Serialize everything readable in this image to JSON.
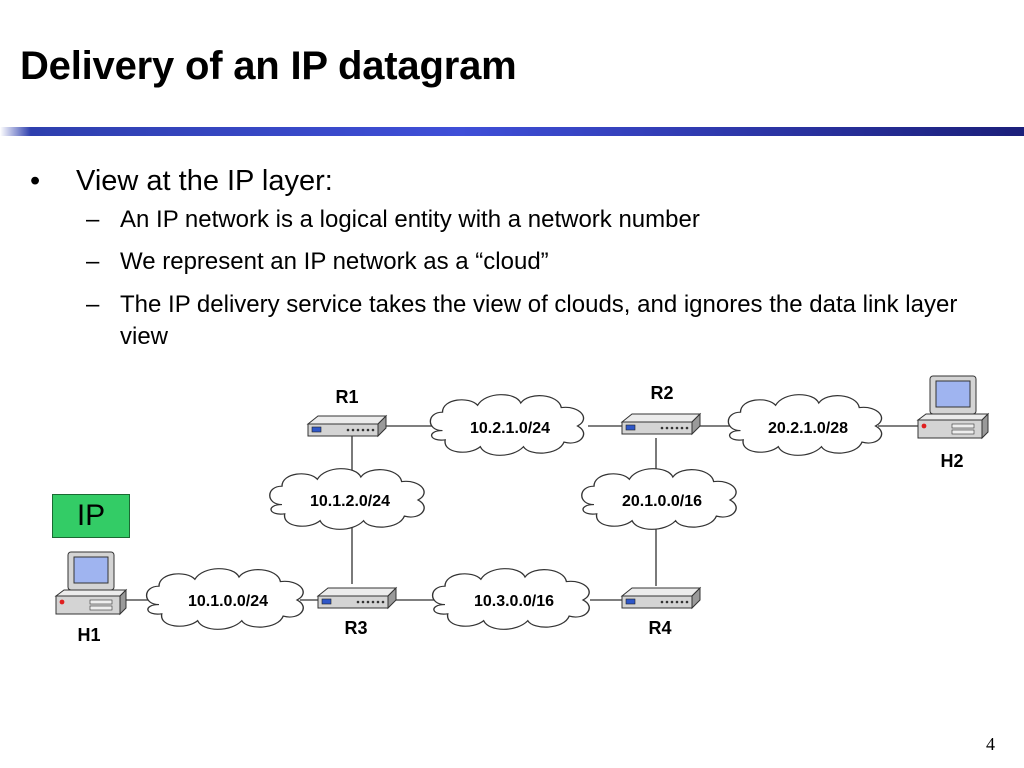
{
  "title": "Delivery of an IP datagram",
  "bullet": {
    "mark": "•",
    "text": "View at the IP layer:",
    "subs": [
      {
        "mark": "–",
        "text": "An IP network is a logical entity with a network number"
      },
      {
        "mark": "–",
        "text": "We represent an IP network as a “cloud”"
      },
      {
        "mark": "–",
        "text": "The IP delivery service takes the view of clouds, and ignores the data link layer view"
      }
    ]
  },
  "ip_box": "IP",
  "page_number": "4",
  "diagram": {
    "routers": [
      {
        "id": "R1",
        "label": "R1"
      },
      {
        "id": "R2",
        "label": "R2"
      },
      {
        "id": "R3",
        "label": "R3"
      },
      {
        "id": "R4",
        "label": "R4"
      }
    ],
    "hosts": [
      {
        "id": "H1",
        "label": "H1"
      },
      {
        "id": "H2",
        "label": "H2"
      }
    ],
    "networks": [
      {
        "id": "n1",
        "label": "10.2.1.0/24"
      },
      {
        "id": "n2",
        "label": "20.2.1.0/28"
      },
      {
        "id": "n3",
        "label": "10.1.2.0/24"
      },
      {
        "id": "n4",
        "label": "20.1.0.0/16"
      },
      {
        "id": "n5",
        "label": "10.1.0.0/24"
      },
      {
        "id": "n6",
        "label": "10.3.0.0/16"
      }
    ],
    "colors": {
      "screen": "#9fb4f0",
      "device": "#d4d4d4",
      "ip_box": "#33cc66",
      "rule": "#2e3fae"
    }
  }
}
